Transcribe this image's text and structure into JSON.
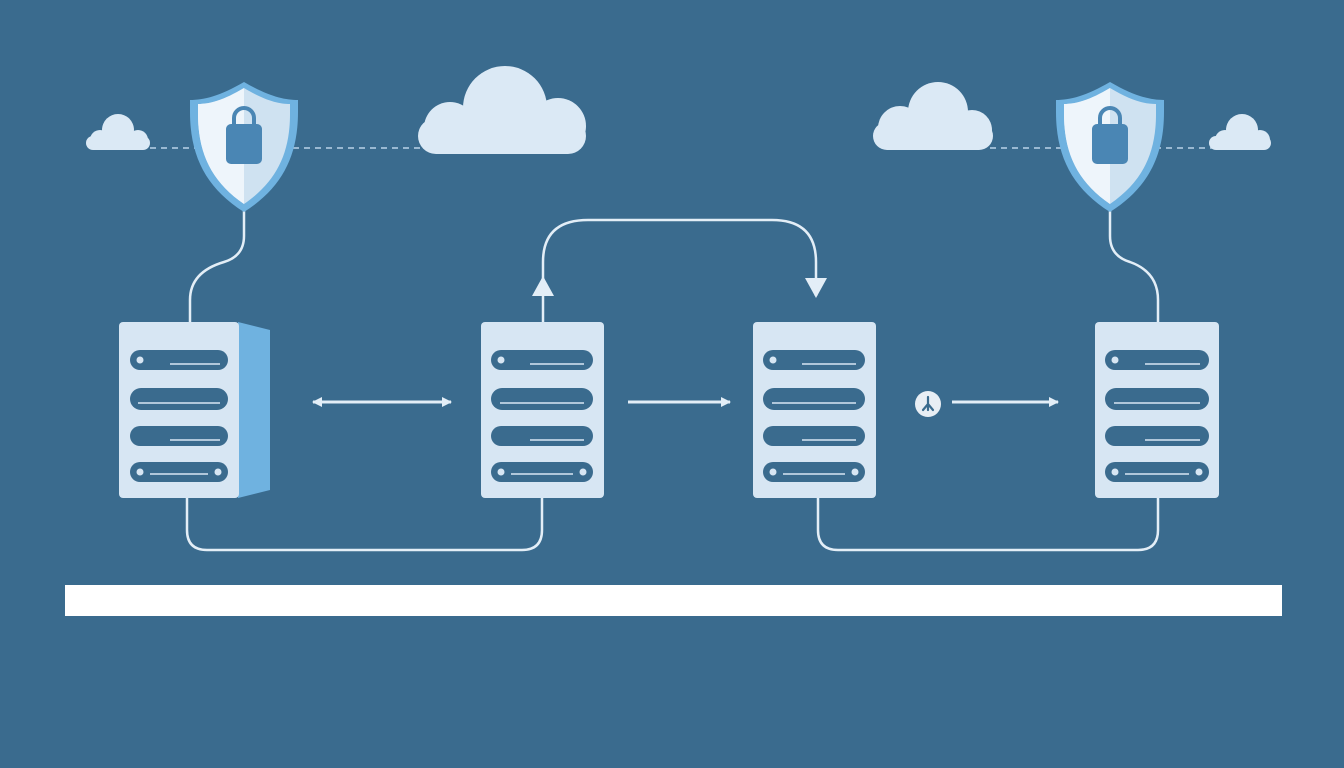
{
  "colors": {
    "background": "#3a6b8e",
    "server_face": "#d7e6f3",
    "server_side": "#6fb2e0",
    "server_slot": "#3a6b8e",
    "line": "#e3eef7",
    "cloud": "#dbe9f5",
    "shield_light": "#eef5fb",
    "shield_dark": "#cfe2f1",
    "shield_accent": "#6fb2e0",
    "lock": "#4a86b4",
    "ground_bar": "#ffffff",
    "marker": "#e8eef4",
    "marker_glyph": "#3a6b8e"
  },
  "icons": {
    "shields": [
      "shield-lock-icon",
      "shield-lock-icon"
    ],
    "clouds": [
      "cloud-icon",
      "cloud-icon",
      "cloud-icon",
      "cloud-icon"
    ],
    "servers": [
      "server-icon",
      "server-icon",
      "server-icon",
      "server-icon"
    ],
    "arrows": [
      "double-arrow-icon",
      "right-arrow-icon",
      "right-arrow-icon",
      "up-arrow-icon",
      "down-arrow-icon"
    ],
    "marker": "anchor-icon"
  },
  "diagram": {
    "server_count": 4,
    "shield_count": 2,
    "cloud_count": 4,
    "connections": [
      {
        "from": "server-1",
        "to": "server-2",
        "kind": "bidirectional"
      },
      {
        "from": "server-2",
        "to": "server-3",
        "kind": "forward"
      },
      {
        "from": "server-2",
        "to": "server-3",
        "kind": "loop-over"
      },
      {
        "from": "server-3",
        "to": "server-4",
        "kind": "forward"
      },
      {
        "from": "server-1",
        "to": "server-2",
        "kind": "loop-under"
      },
      {
        "from": "server-3",
        "to": "server-4",
        "kind": "loop-under"
      },
      {
        "from": "shield-1",
        "to": "server-1",
        "kind": "link"
      },
      {
        "from": "shield-2",
        "to": "server-4",
        "kind": "link"
      }
    ]
  }
}
